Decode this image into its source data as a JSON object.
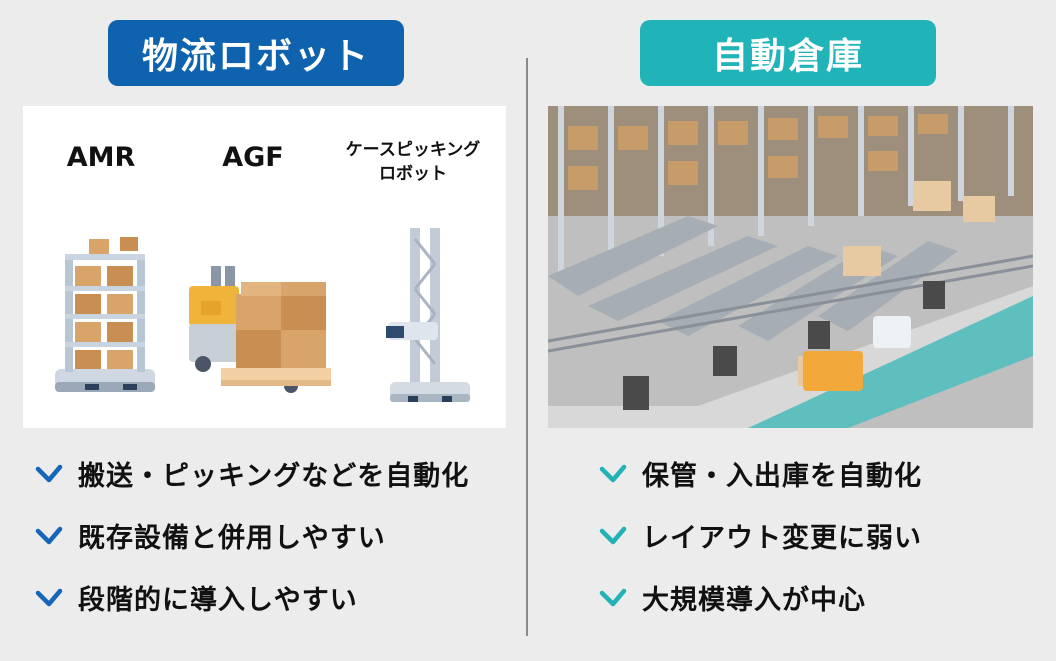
{
  "left": {
    "title": "物流ロボット",
    "title_color": "#0f62ad",
    "robots": [
      {
        "label": "AMR"
      },
      {
        "label": "AGF"
      },
      {
        "label_line1": "ケースピッキング",
        "label_line2": "ロボット"
      }
    ],
    "bullets": [
      "搬送・ピッキングなどを自動化",
      "既存設備と併用しやすい",
      "段階的に導入しやすい"
    ],
    "check_color": "#1565b8"
  },
  "right": {
    "title": "自動倉庫",
    "title_color": "#20b4b8",
    "bullets": [
      "保管・入出庫を自動化",
      "レイアウト変更に弱い",
      "大規模導入が中心"
    ],
    "check_color": "#22b2b6"
  }
}
